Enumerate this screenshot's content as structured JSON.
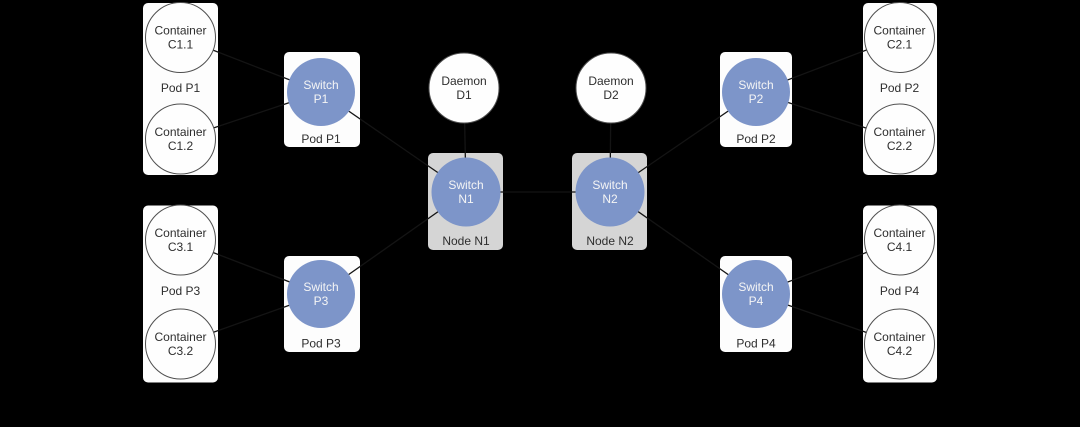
{
  "diagram": {
    "background_color": "#000000",
    "colors": {
      "switch_circle_fill": "#7d95c9",
      "container_daemon_circle_fill": "#fefefe",
      "circle_stroke": "#4f4f4f",
      "pod_box_fill": "#fdfdfd",
      "node_box_fill": "#d5d5d5",
      "edge_stroke": "#141414",
      "dark_text": "#2e2e2e",
      "light_text": "#f5f5f5"
    },
    "boxes": {
      "pod_p1": {
        "label": "Pod P1"
      },
      "pod_p1_switch": {
        "label": "Pod P1"
      },
      "pod_p2": {
        "label": "Pod P2"
      },
      "pod_p2_switch": {
        "label": "Pod P2"
      },
      "pod_p3": {
        "label": "Pod P3"
      },
      "pod_p3_switch": {
        "label": "Pod P3"
      },
      "pod_p4": {
        "label": "Pod P4"
      },
      "pod_p4_switch": {
        "label": "Pod P4"
      },
      "node_n1": {
        "label": "Node N1"
      },
      "node_n2": {
        "label": "Node N2"
      }
    },
    "nodes": {
      "c11": {
        "type": "container",
        "line1": "Container",
        "line2": "C1.1"
      },
      "c12": {
        "type": "container",
        "line1": "Container",
        "line2": "C1.2"
      },
      "c21": {
        "type": "container",
        "line1": "Container",
        "line2": "C2.1"
      },
      "c22": {
        "type": "container",
        "line1": "Container",
        "line2": "C2.2"
      },
      "c31": {
        "type": "container",
        "line1": "Container",
        "line2": "C3.1"
      },
      "c32": {
        "type": "container",
        "line1": "Container",
        "line2": "C3.2"
      },
      "c41": {
        "type": "container",
        "line1": "Container",
        "line2": "C4.1"
      },
      "c42": {
        "type": "container",
        "line1": "Container",
        "line2": "C4.2"
      },
      "switch_p1": {
        "type": "switch",
        "line1": "Switch",
        "line2": "P1"
      },
      "switch_p2": {
        "type": "switch",
        "line1": "Switch",
        "line2": "P2"
      },
      "switch_p3": {
        "type": "switch",
        "line1": "Switch",
        "line2": "P3"
      },
      "switch_p4": {
        "type": "switch",
        "line1": "Switch",
        "line2": "P4"
      },
      "switch_n1": {
        "type": "switch",
        "line1": "Switch",
        "line2": "N1"
      },
      "switch_n2": {
        "type": "switch",
        "line1": "Switch",
        "line2": "N2"
      },
      "d1": {
        "type": "daemon",
        "line1": "Daemon",
        "line2": "D1"
      },
      "d2": {
        "type": "daemon",
        "line1": "Daemon",
        "line2": "D2"
      }
    },
    "edges": [
      {
        "from": "Container C1.1",
        "to": "Switch P1"
      },
      {
        "from": "Container C1.2",
        "to": "Switch P1"
      },
      {
        "from": "Switch P1",
        "to": "Switch N1"
      },
      {
        "from": "Container C3.1",
        "to": "Switch P3"
      },
      {
        "from": "Container C3.2",
        "to": "Switch P3"
      },
      {
        "from": "Switch P3",
        "to": "Switch N1"
      },
      {
        "from": "Daemon D1",
        "to": "Switch N1"
      },
      {
        "from": "Daemon D2",
        "to": "Switch N2"
      },
      {
        "from": "Switch N1",
        "to": "Switch N2"
      },
      {
        "from": "Switch P2",
        "to": "Switch N2"
      },
      {
        "from": "Container C2.1",
        "to": "Switch P2"
      },
      {
        "from": "Container C2.2",
        "to": "Switch P2"
      },
      {
        "from": "Switch P4",
        "to": "Switch N2"
      },
      {
        "from": "Container C4.1",
        "to": "Switch P4"
      },
      {
        "from": "Container C4.2",
        "to": "Switch P4"
      }
    ]
  }
}
